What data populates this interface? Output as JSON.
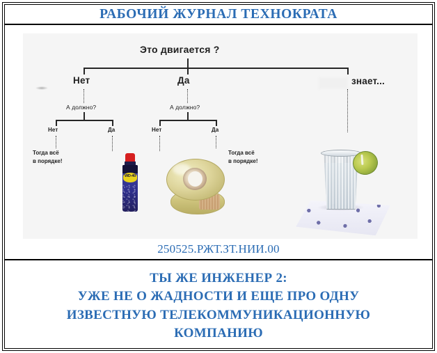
{
  "header": {
    "title": "РАБОЧИЙ ЖУРНАЛ ТЕХНОКРАТА"
  },
  "flowchart": {
    "root_question": "Это двигается ?",
    "branch_left": {
      "label": "Нет",
      "question": "А должно?",
      "left_label": "Нет",
      "right_label": "Да",
      "outcome_text": "Тогда всё\nв порядке!",
      "outcome_object": "wd40-spray-can"
    },
    "branch_middle": {
      "label": "Да",
      "question": "А должно?",
      "left_label": "Нет",
      "right_label": "Да",
      "outcome_object": "packing-tape-rolls",
      "outcome_text": "Тогда всё\nв порядке!"
    },
    "branch_right": {
      "label_redacted": "",
      "label": "знает...",
      "outcome_object": "vodka-glass-with-pickle"
    }
  },
  "caption": {
    "code": "250525.РЖТ.ЗТ.НИИ.00"
  },
  "subtitle": {
    "line1": "ТЫ ЖЕ ИНЖЕНЕР 2:",
    "line2": "УЖЕ НЕ О ЖАДНОСТИ И ЕЩЕ ПРО ОДНУ",
    "line3": "ИЗВЕСТНУЮ ТЕЛЕКОММУНИКАЦИОННУЮ",
    "line4": "КОМПАНИЮ"
  },
  "colors": {
    "accent_blue": "#2b6cb4",
    "frame": "#000000",
    "photo_bg": "#f5f5f5",
    "line": "#262626"
  }
}
